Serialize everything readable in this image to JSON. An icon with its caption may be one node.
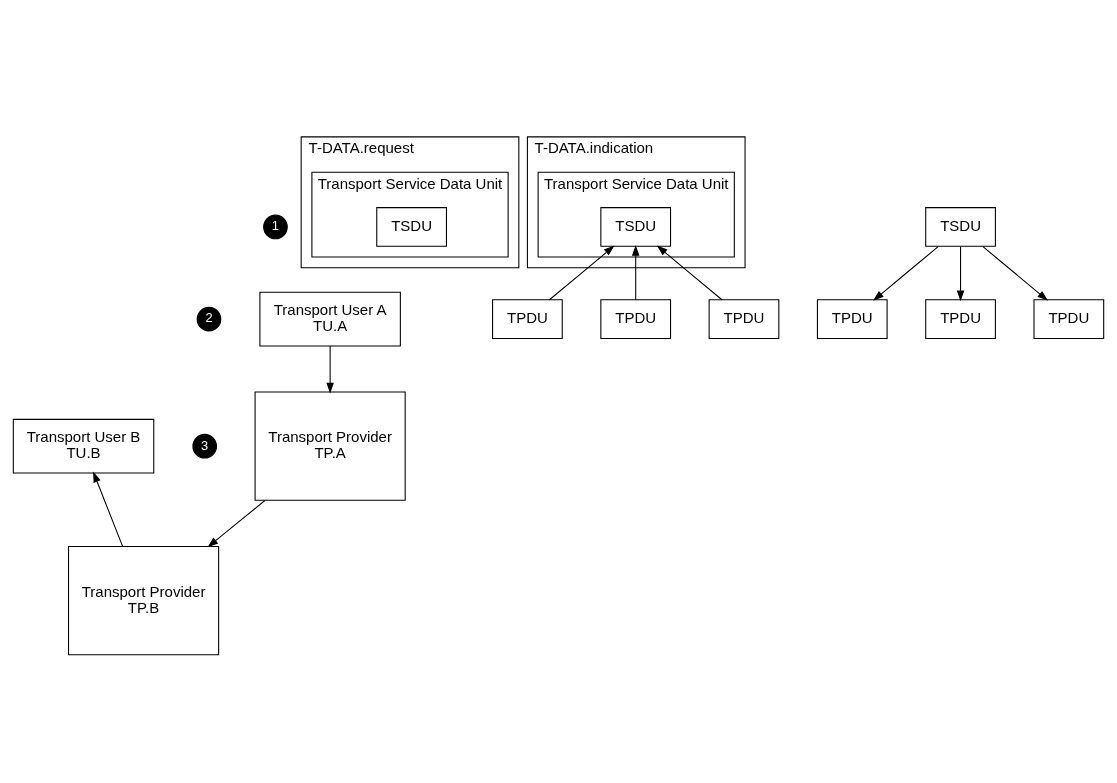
{
  "diagram": {
    "nodes": [
      {
        "text": [
          "Transport User A",
          "TU.A"
        ]
      },
      {
        "text": [
          "Transport User B",
          "TU.B"
        ]
      },
      {
        "text": [
          "T-DATA.request"
        ]
      },
      {
        "text": [
          "Transport Service Data Unit"
        ],
        "in": 2
      },
      {
        "text": [
          "TSDU"
        ],
        "in": 3
      },
      {
        "text": [
          "T-DATA.indication"
        ]
      },
      {
        "text": [
          "Transport Service Data Unit"
        ],
        "in": 5
      },
      {
        "text": [
          "TSDU"
        ],
        "in": 6
      },
      {
        "text": [
          "TPDU"
        ]
      },
      {
        "text": [
          "TPDU"
        ]
      },
      {
        "text": [
          "TPDU"
        ]
      },
      {
        "text": [
          "Transport Provider",
          "TP.A"
        ]
      },
      {
        "text": [
          "Transport Provider",
          "TP.B"
        ]
      },
      {
        "text": [
          "TSDU"
        ]
      },
      {
        "text": [
          "TPDU"
        ]
      },
      {
        "text": [
          "TPDU"
        ]
      },
      {
        "text": [
          "TPDU"
        ]
      }
    ],
    "edges": [
      {
        "from": 0,
        "to": 11,
        "arrow": "to"
      },
      {
        "from": 11,
        "to": 12,
        "arrow": "to"
      },
      {
        "from": 12,
        "to": 1,
        "arrow": "to"
      },
      {
        "from": 8,
        "to": 7,
        "arrow": "to"
      },
      {
        "from": 9,
        "to": 7,
        "arrow": "to"
      },
      {
        "from": 10,
        "to": 7,
        "arrow": "to"
      },
      {
        "from": 13,
        "to": 14,
        "arrow": "to"
      },
      {
        "from": 13,
        "to": 15,
        "arrow": "to"
      },
      {
        "from": 13,
        "to": 16,
        "arrow": "to"
      }
    ],
    "labels": [
      "1",
      "3",
      "2"
    ]
  }
}
